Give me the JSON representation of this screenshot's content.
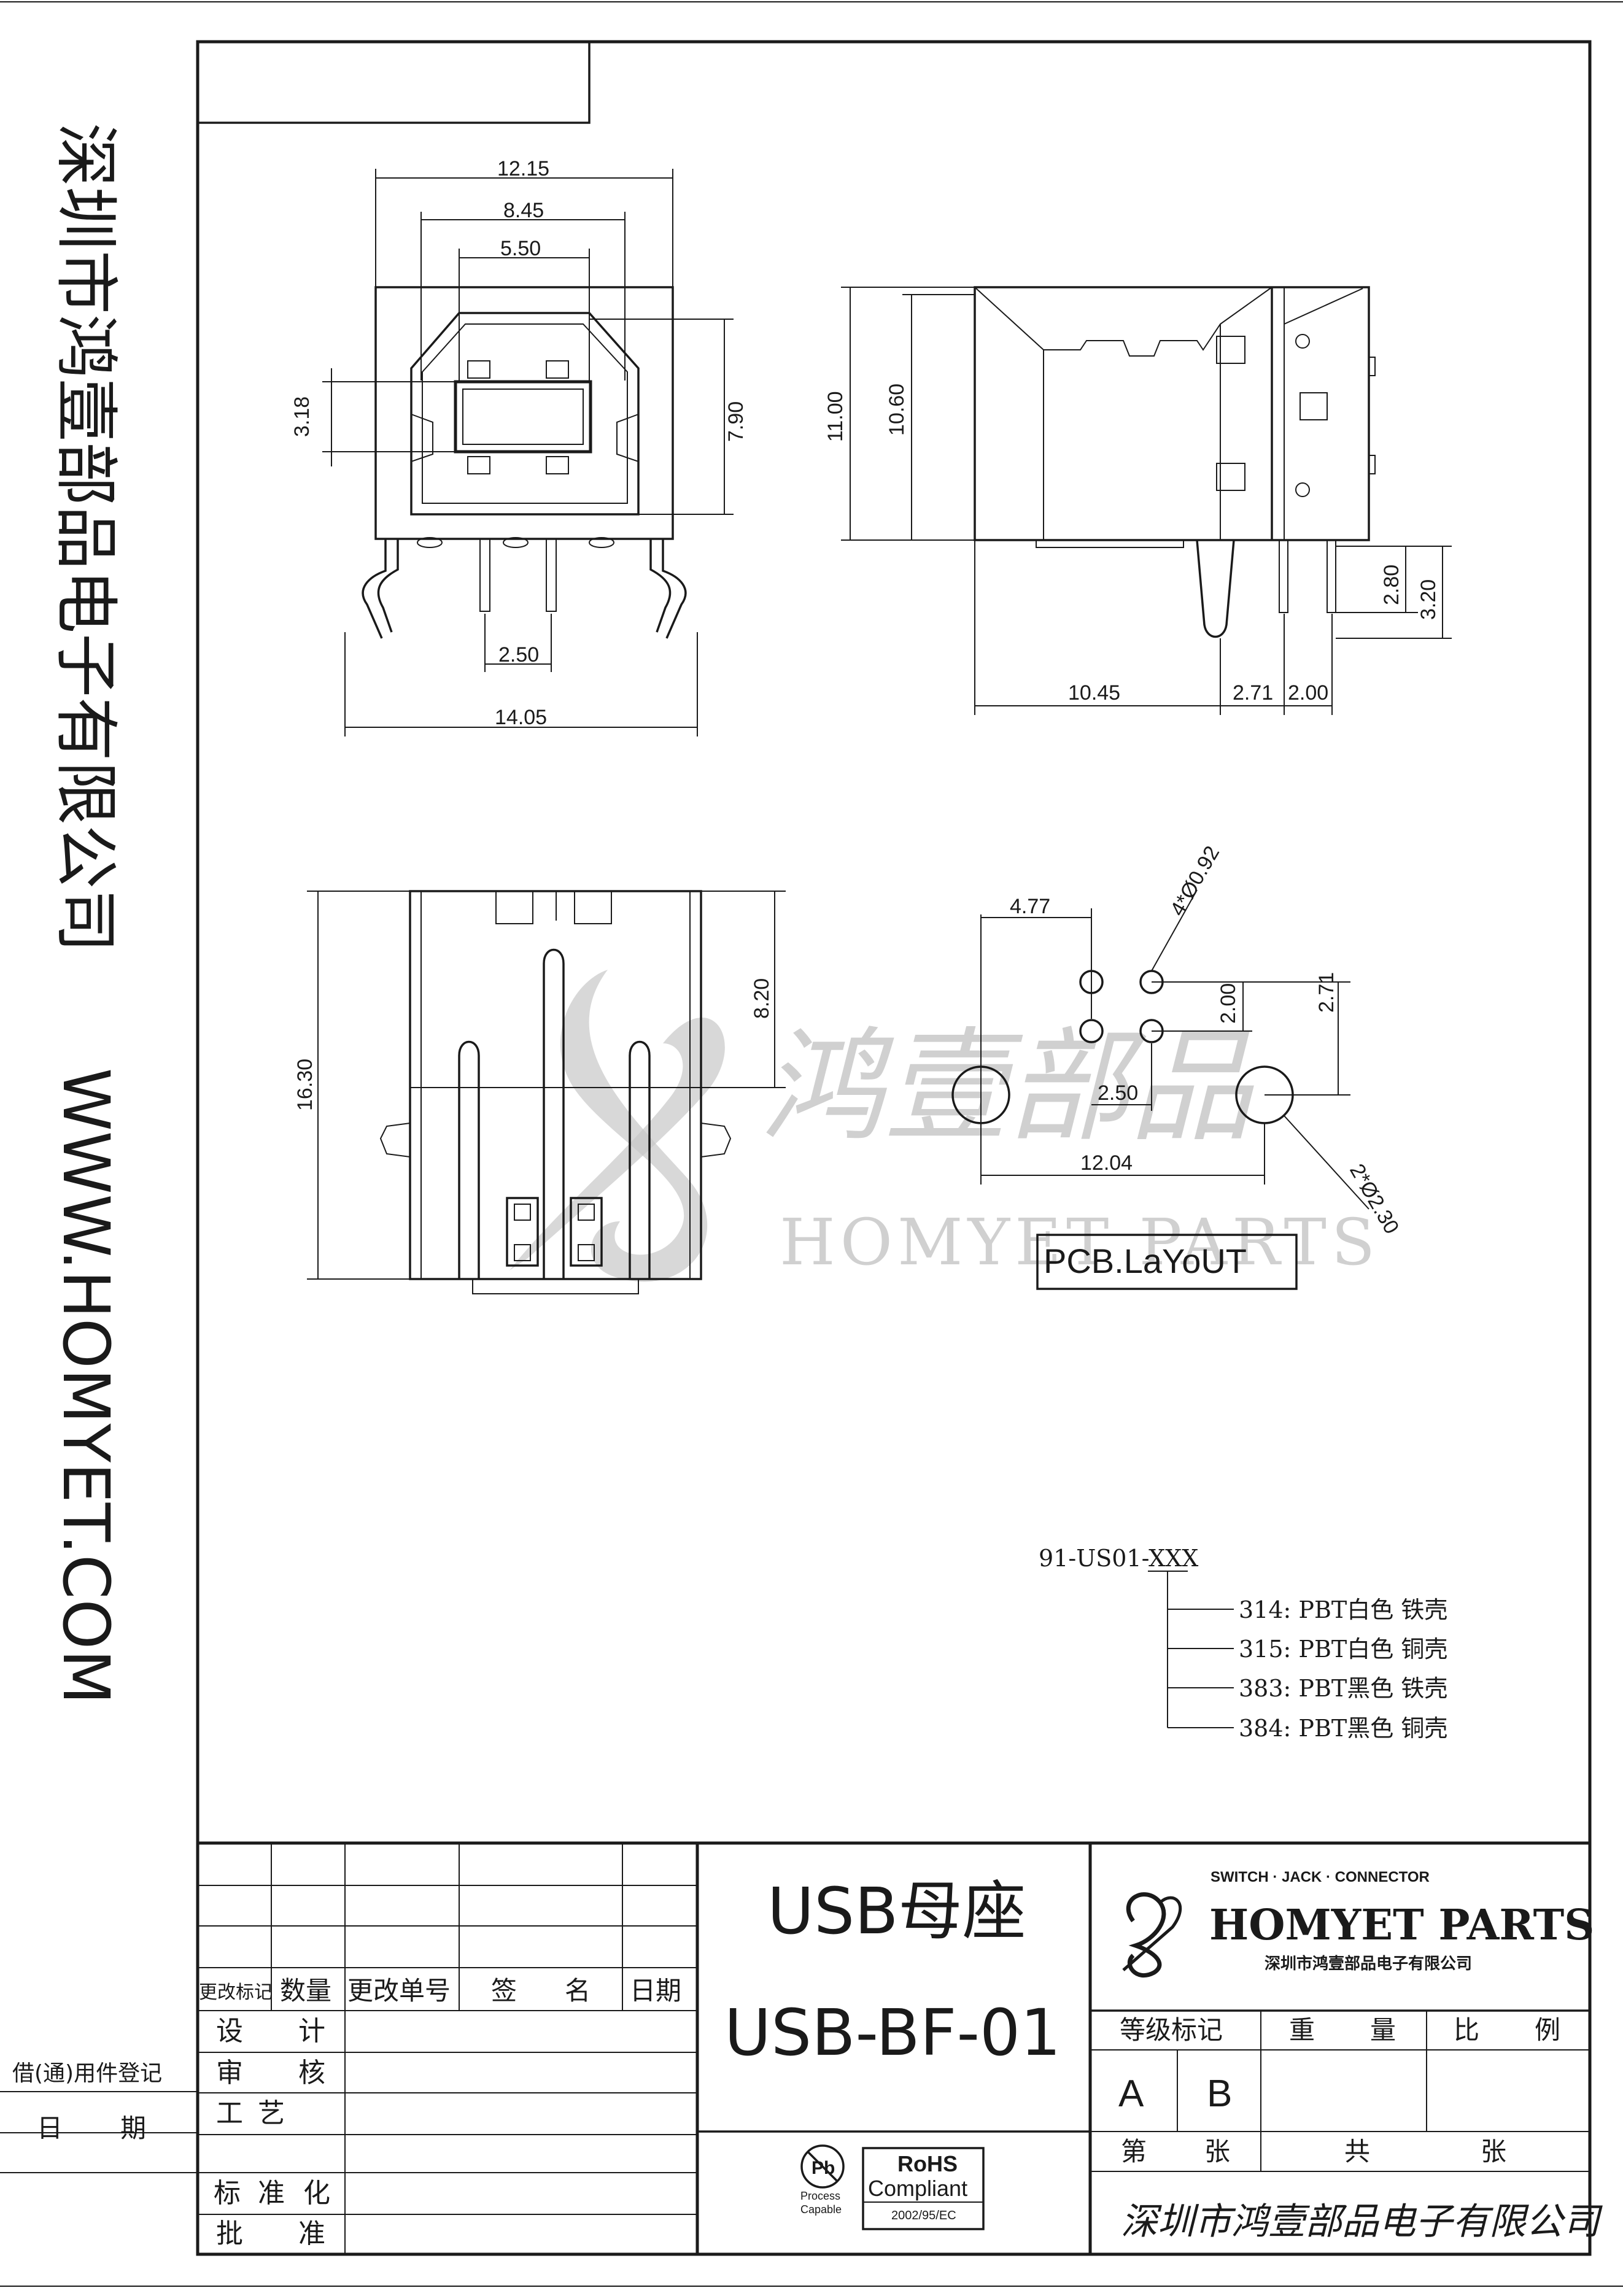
{
  "sidebar": {
    "company_vertical": "深圳市鸿壹部品电子有限公司",
    "website_vertical": "WWW.HOMYET.COM"
  },
  "views": {
    "front": {
      "dims": [
        "12.15",
        "8.45",
        "5.50",
        "3.18",
        "7.90",
        "2.50",
        "14.05"
      ]
    },
    "side": {
      "dims": [
        "11.00",
        "10.60",
        "2.80",
        "3.20",
        "10.45",
        "2.71",
        "2.00"
      ]
    },
    "bottom": {
      "dims": [
        "16.30",
        "8.20"
      ]
    },
    "pcb_layout": {
      "dims": [
        "4.77",
        "4*Ø0.92",
        "2.00",
        "2.71",
        "2.50",
        "12.04",
        "2*Ø2.30"
      ],
      "label": "PCB.LaYoUT"
    }
  },
  "watermark": {
    "script": "鸿壹部品",
    "brand": "HOMYET PARTS"
  },
  "part_code": {
    "base": "91-US01-XXX",
    "options": [
      "314: PBT白色 铁壳",
      "315: PBT白色 铜壳",
      "383: PBT黑色 铁壳",
      "384: PBT黑色 铜壳"
    ]
  },
  "title_block": {
    "product_name": "USB母座",
    "model": "USB-BF-01",
    "revision_headers": [
      "更改标记",
      "数量",
      "更改单号",
      "签",
      "名",
      "日期"
    ],
    "approval_rows": [
      "设",
      "计",
      "审",
      "核",
      "工",
      "艺",
      "标",
      "准",
      "化",
      "批",
      "准"
    ],
    "left_outside": [
      "借(通)用件登记",
      "日",
      "期"
    ],
    "logo_tagline": "SWITCH · JACK · CONNECTOR",
    "logo_brand": "HOMYET PARTS",
    "logo_company": "深圳市鸿壹部品电子有限公司",
    "grade_label": "等级标记",
    "weight_label": [
      "重",
      "量"
    ],
    "scale_label": [
      "比",
      "例"
    ],
    "grade_a": "A",
    "grade_b": "B",
    "sheet_labels": [
      "第",
      "张",
      "共",
      "张"
    ],
    "rohs": {
      "pb_text": "Pb",
      "pb_caption_1": "Process",
      "pb_caption_2": "Capable",
      "rohs_title": "RoHS",
      "rohs_sub": "Compliant",
      "rohs_code": "2002/95/EC"
    },
    "signature_company": "深圳市鸿壹部品电子有限公司"
  },
  "colors": {
    "ink": "#1a1a1a",
    "watermark": "#c8c8c8"
  }
}
